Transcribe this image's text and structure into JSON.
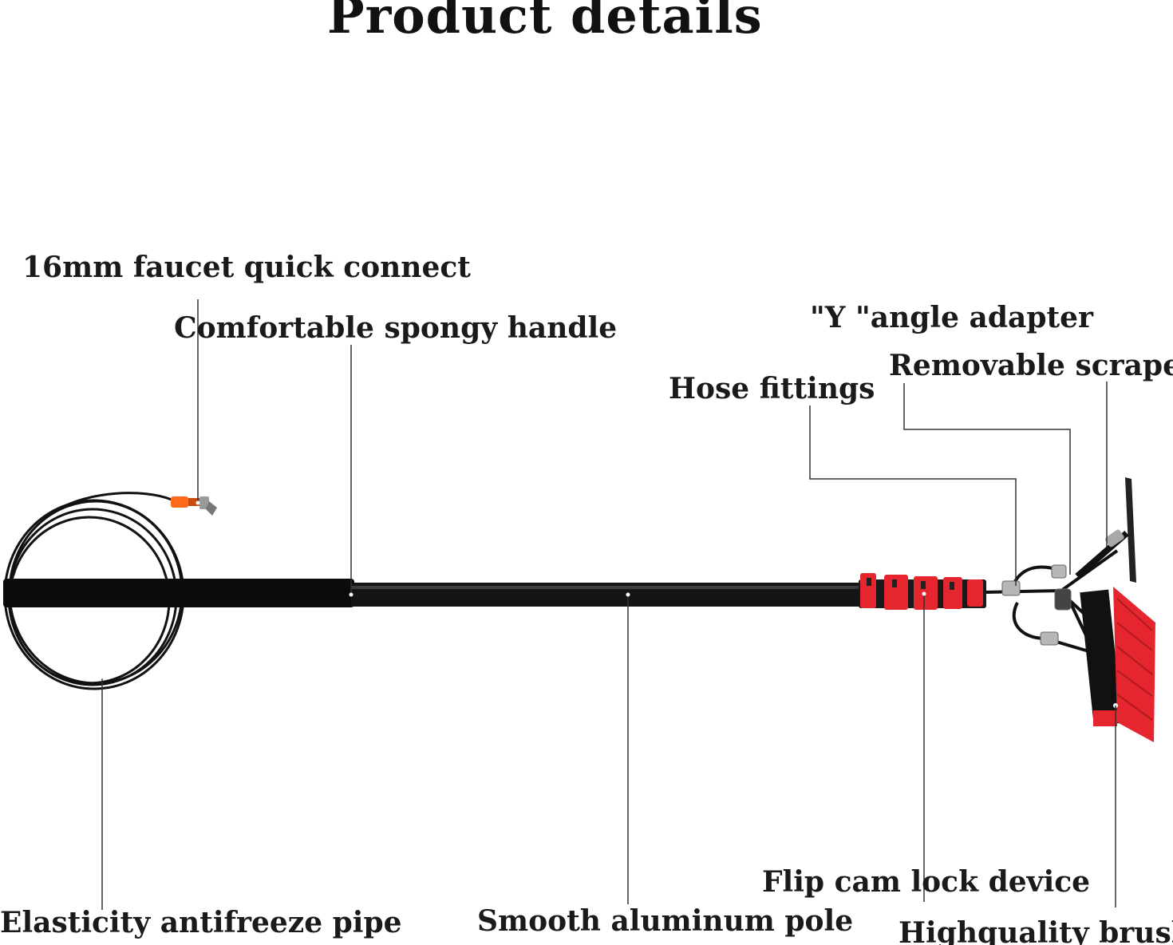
{
  "title": "Product details",
  "labels": {
    "faucet": "16mm faucet quick connect",
    "handle": "Comfortable spongy handle",
    "y_adapter": "\"Y \"angle adapter",
    "scraper": "Removable scraper",
    "hose": "Hose fittings",
    "cam_lock": "Flip cam lock device",
    "pipe": "Elasticity antifreeze pipe",
    "pole": "Smooth aluminum pole",
    "brush": "Highquality brush"
  },
  "colors": {
    "pole": "#0b0b0b",
    "accent": "#e5262f",
    "leader": "#333333",
    "fitting": "#ff6a1a"
  }
}
